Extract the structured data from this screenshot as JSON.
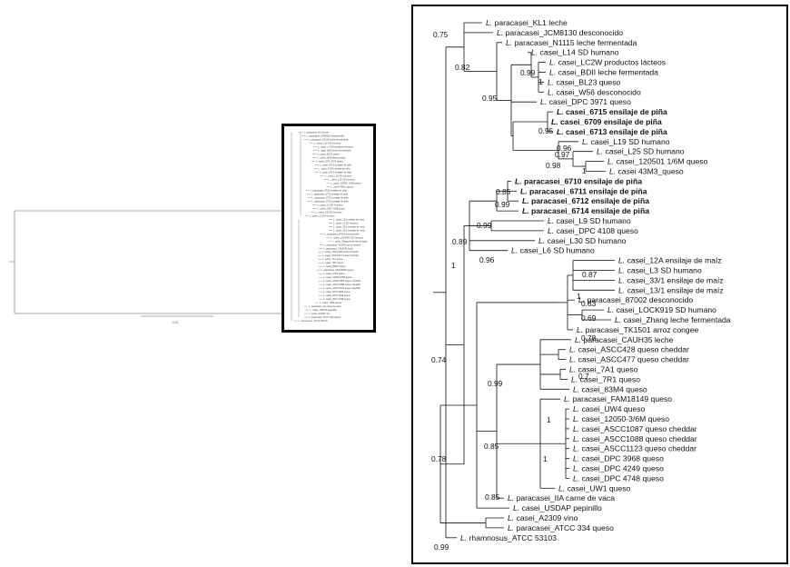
{
  "tree": {
    "root_support": "1",
    "leaves": [
      {
        "genus": "L.",
        "name": "paracasei_KL1 leche",
        "bold": false
      },
      {
        "genus": "L.",
        "name": "paracasei_JCM8130 desconocido",
        "bold": false
      },
      {
        "genus": "L.",
        "name": "paracasei_N1115 leche fermentada",
        "bold": false
      },
      {
        "genus": "L.",
        "name": "casei_L14 SD humano",
        "bold": false
      },
      {
        "genus": "L.",
        "name": "casei_LC2W productos lácteos",
        "bold": false
      },
      {
        "genus": "L.",
        "name": "casei_BDII leche fermentada",
        "bold": false
      },
      {
        "genus": "L.",
        "name": "casei_BL23 queso",
        "bold": false
      },
      {
        "genus": "L.",
        "name": "casei_W56 desconocido",
        "bold": false
      },
      {
        "genus": "L.",
        "name": "casei_DPC 3971 queso",
        "bold": false
      },
      {
        "genus": "L.",
        "name": "casei_6715 ensilaje de piña",
        "bold": true
      },
      {
        "genus": "L.",
        "name": "casei_6709 ensilaje de piña",
        "bold": true
      },
      {
        "genus": "L.",
        "name": "casei_6713 ensilaje de piña",
        "bold": true
      },
      {
        "genus": "L.",
        "name": "casei_L19 SD humano",
        "bold": false
      },
      {
        "genus": "L.",
        "name": "casei_L25 SD humano",
        "bold": false
      },
      {
        "genus": "L.",
        "name": "casei_120501 1/6M queso",
        "bold": false
      },
      {
        "genus": "L.",
        "name": "casei 43M3_queso",
        "bold": false
      },
      {
        "genus": "L.",
        "name": "paracasei_6710 ensilaje de piña",
        "bold": true
      },
      {
        "genus": "L.",
        "name": "paracasei_6711 ensilaje de piña",
        "bold": true
      },
      {
        "genus": "L.",
        "name": "paracasei_6712 ensilaje de piña",
        "bold": true
      },
      {
        "genus": "L.",
        "name": "paracasei_6714 ensilaje de piña",
        "bold": true
      },
      {
        "genus": "L.",
        "name": "casei_L9 SD humano",
        "bold": false
      },
      {
        "genus": "L.",
        "name": "casei_DPC 4108 queso",
        "bold": false
      },
      {
        "genus": "L.",
        "name": "casei_L30 SD humano",
        "bold": false
      },
      {
        "genus": "L.",
        "name": "casei_L6 SD humano",
        "bold": false
      },
      {
        "genus": "L.",
        "name": "casei_12A ensilaje de maíz",
        "bold": false
      },
      {
        "genus": "L.",
        "name": "casei_L3 SD humano",
        "bold": false
      },
      {
        "genus": "L.",
        "name": "casei_33/1 ensilaje de maíz",
        "bold": false
      },
      {
        "genus": "L.",
        "name": "casei_13/1 ensilaje de maíz",
        "bold": false
      },
      {
        "genus": "L.",
        "name": "paracasei_87002 desconocido",
        "bold": false
      },
      {
        "genus": "L.",
        "name": "casei_LOCK919 SD humano",
        "bold": false
      },
      {
        "genus": "L.",
        "name": "casei_Zhang leche fermentada",
        "bold": false
      },
      {
        "genus": "L.",
        "name": "paracasei_TK1501 arroz congee",
        "bold": false
      },
      {
        "genus": "L.",
        "name": "paracasei_CAUH35 leche",
        "bold": false
      },
      {
        "genus": "L.",
        "name": "casei_ASCC428 queso cheddar",
        "bold": false
      },
      {
        "genus": "L.",
        "name": "casei_ASCC477 queso cheddar",
        "bold": false
      },
      {
        "genus": "L.",
        "name": "casei_7A1 queso",
        "bold": false
      },
      {
        "genus": "L.",
        "name": "casei_7R1 queso",
        "bold": false
      },
      {
        "genus": "L.",
        "name": "casei_83M4 queso",
        "bold": false
      },
      {
        "genus": "L.",
        "name": "paracasei_FAM18149 queso",
        "bold": false
      },
      {
        "genus": "L.",
        "name": "casei_UW4 queso",
        "bold": false
      },
      {
        "genus": "L.",
        "name": "casei_12050-3/6M queso",
        "bold": false
      },
      {
        "genus": "L.",
        "name": "casei_ASCC1087 queso cheddar",
        "bold": false
      },
      {
        "genus": "L.",
        "name": "casei_ASCC1088 queso cheddar",
        "bold": false
      },
      {
        "genus": "L.",
        "name": "casei_ASCC1123 queso cheddar",
        "bold": false
      },
      {
        "genus": "L.",
        "name": "casei_DPC 3968 queso",
        "bold": false
      },
      {
        "genus": "L.",
        "name": "casei_DPC 4249 queso",
        "bold": false
      },
      {
        "genus": "L.",
        "name": "casei_DPC 4748 queso",
        "bold": false
      },
      {
        "genus": "L.",
        "name": "casei_UW1 queso",
        "bold": false
      },
      {
        "genus": "L.",
        "name": "paracasei_IIA carne de vaca",
        "bold": false
      },
      {
        "genus": "L.",
        "name": "casei_USDAP pepinillo",
        "bold": false
      },
      {
        "genus": "L.",
        "name": "casei_A2309 vino",
        "bold": false
      },
      {
        "genus": "L.",
        "name": "paracasei_ATCC 334 queso",
        "bold": false
      },
      {
        "genus": "L.",
        "name": "rhamnosus_ATCC 53103",
        "bold": false
      }
    ],
    "support_values": [
      "0.75",
      "0.82",
      "0.99",
      "1",
      "0.95",
      "0.95",
      "0.97",
      "0.96",
      "1",
      "0.98",
      "0.85",
      "0.99",
      "0.99",
      "0.89",
      "0.96",
      "0.87",
      "1",
      "0.83",
      "0.69",
      "0.78",
      "0.74",
      "0.99",
      "0.7",
      "1",
      "0.85",
      "1",
      "0.78",
      "0.85",
      "0.99"
    ]
  },
  "overview": {
    "scale_label": "0.01"
  }
}
